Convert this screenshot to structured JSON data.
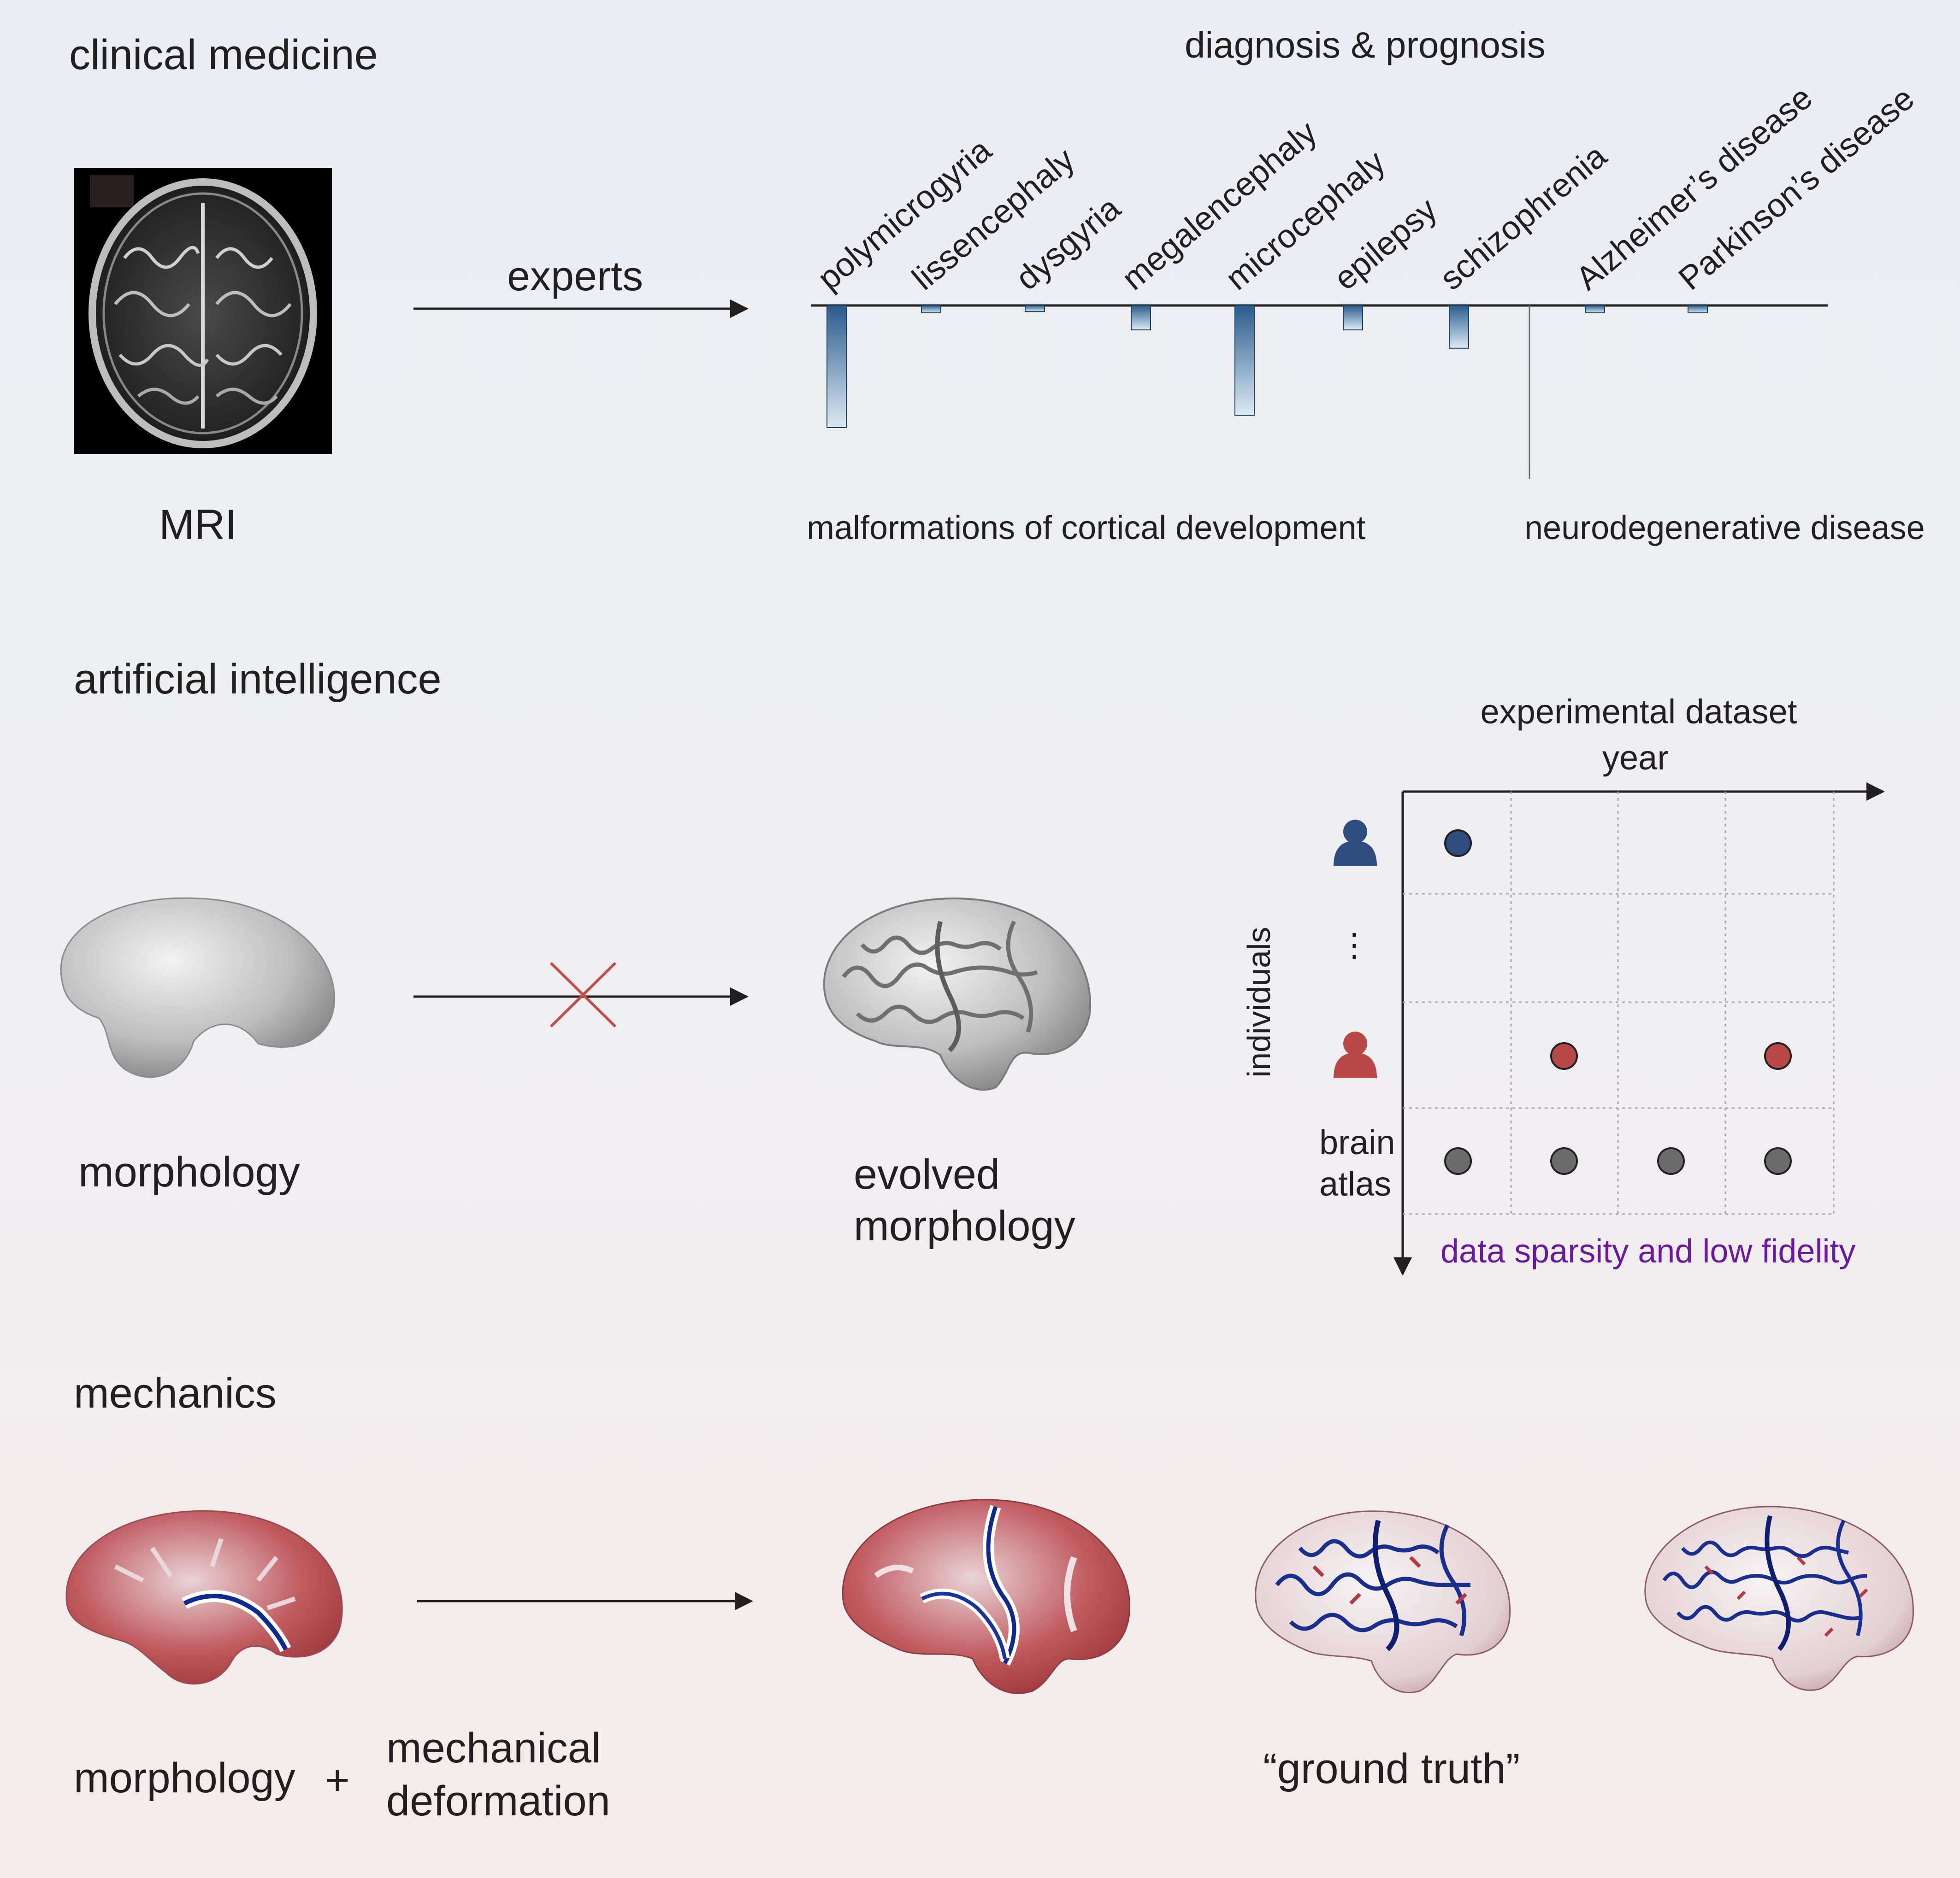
{
  "colors": {
    "bg_top": "#eaedf3",
    "bg_bottom": "#f5ebea",
    "text": "#231f20",
    "arrow": "#231f20",
    "cross": "#c0504d",
    "bar_dark": "#2a5b8c",
    "bar_light": "#dceaf4",
    "blue_person": "#2e4c7d",
    "red_person": "#b94848",
    "dot_grey": "#6b6b6b",
    "purple": "#6a1b9a"
  },
  "clinical": {
    "title": "clinical medicine",
    "mri_label": "MRI",
    "arrow_label": "experts",
    "chart_title": "diagnosis & prognosis",
    "group_left": "malformations of cortical development",
    "group_right": "neurodegenerative disease"
  },
  "ai": {
    "title": "artificial intelligence",
    "label_left": "morphology",
    "label_right_line1": "evolved",
    "label_right_line2": "morphology",
    "grid_title_line1": "experimental dataset",
    "grid_title_line2": "year",
    "y_label": "individuals",
    "ellipsis": "⋮",
    "atlas_line1": "brain",
    "atlas_line2": "atlas",
    "caption": "data sparsity and low fidelity",
    "grid": {
      "rows": [
        {
          "type": "blue",
          "dots": [
            true,
            false,
            false,
            false
          ]
        },
        {
          "type": "empty",
          "dots": [
            false,
            false,
            false,
            false
          ]
        },
        {
          "type": "red",
          "dots": [
            false,
            true,
            false,
            true
          ]
        },
        {
          "type": "grey",
          "dots": [
            true,
            true,
            true,
            true
          ]
        }
      ]
    }
  },
  "mechanics": {
    "title": "mechanics",
    "label_morphology": "morphology",
    "plus": "+",
    "label_mech_line1": "mechanical",
    "label_mech_line2": "deformation",
    "label_truth": "“ground truth”"
  },
  "chart_data": {
    "type": "bar",
    "title": "diagnosis & prognosis",
    "categories": [
      "polymicrogyria",
      "lissencephaly",
      "dysgyria",
      "megalencephaly",
      "microcephaly",
      "epilepsy",
      "schizophrenia",
      "Alzheimer’s disease",
      "Parkinson’s disease"
    ],
    "values": [
      -100,
      -6,
      -5,
      -20,
      -90,
      -20,
      -35,
      -6,
      -6
    ],
    "groups": [
      {
        "name": "malformations of cortical development",
        "categories": [
          "polymicrogyria",
          "lissencephaly",
          "dysgyria",
          "megalencephaly",
          "microcephaly",
          "epilepsy",
          "schizophrenia"
        ]
      },
      {
        "name": "neurodegenerative disease",
        "categories": [
          "Alzheimer’s disease",
          "Parkinson’s disease"
        ]
      }
    ],
    "ylim": [
      -100,
      0
    ],
    "xlabel": "",
    "ylabel": ""
  }
}
